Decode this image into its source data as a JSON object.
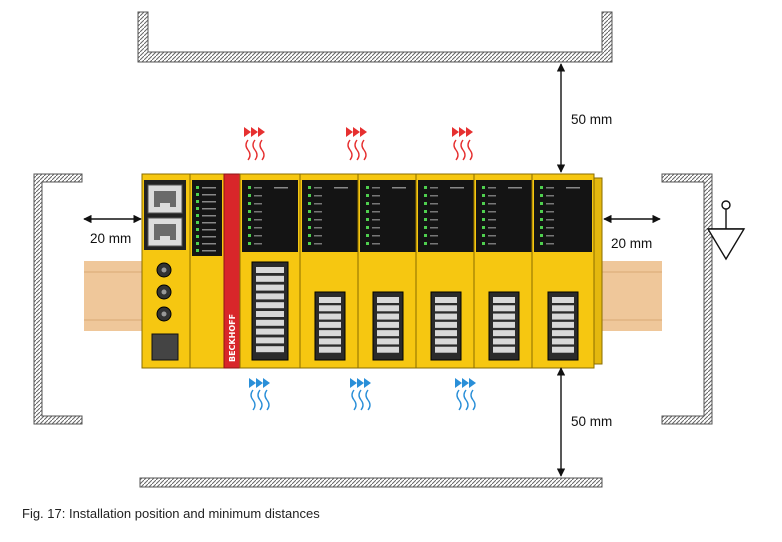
{
  "labels": {
    "top_distance": "50 mm",
    "bottom_distance": "50 mm",
    "left_distance": "20 mm",
    "right_distance": "20 mm"
  },
  "caption": "Fig. 17: Installation position and minimum distances",
  "brand": "BECKHOFF",
  "colors": {
    "module_yellow": "#f6c711",
    "module_outline": "#8a6d00",
    "brand_red": "#d8262a",
    "heat_red": "#e63030",
    "air_blue": "#2a8fd8",
    "rail": "#efc79a",
    "wall_hatch": "#777777"
  },
  "icons": [
    "ground-symbol-icon",
    "heat-flow-icon",
    "cooling-flow-icon",
    "ethernet-port-icon",
    "rotary-switch-icon"
  ]
}
